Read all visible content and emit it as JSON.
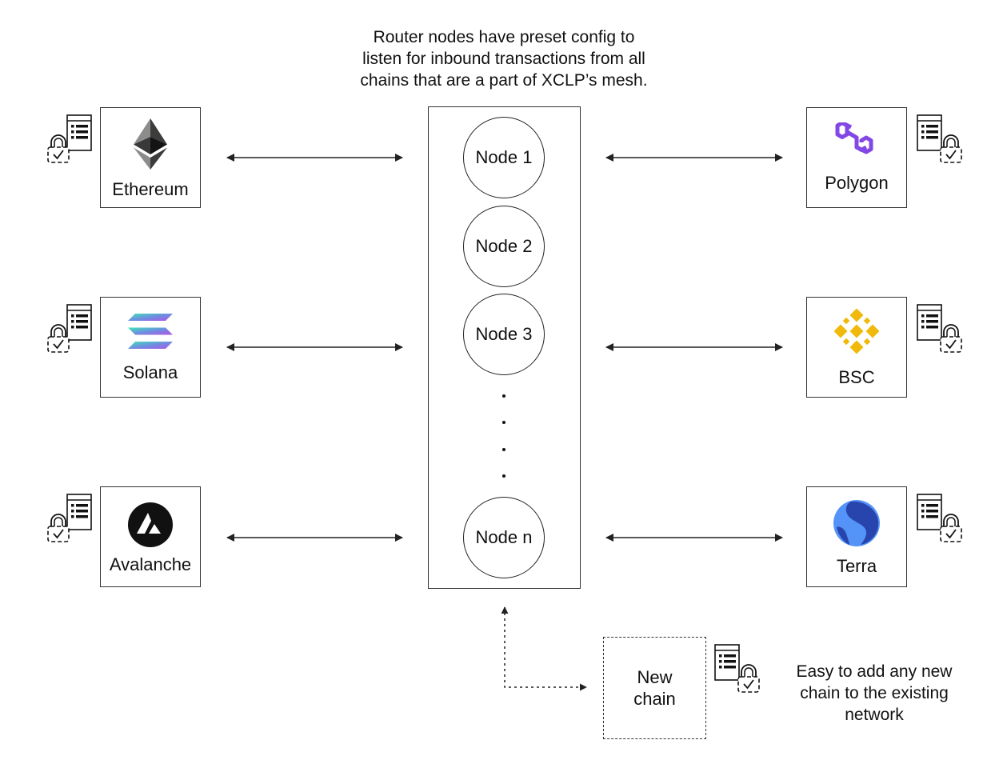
{
  "caption_top": "Router nodes have preset config to\nlisten for inbound transactions from all\nchains that are a part of XCLP’s mesh.",
  "caption_bottom": "Easy to add any new\nchain to the existing\nnetwork",
  "left_chains": [
    {
      "label": "Ethereum",
      "icon": "ethereum-logo"
    },
    {
      "label": "Solana",
      "icon": "solana-logo"
    },
    {
      "label": "Avalanche",
      "icon": "avalanche-logo"
    }
  ],
  "right_chains": [
    {
      "label": "Polygon",
      "icon": "polygon-logo"
    },
    {
      "label": "BSC",
      "icon": "bnb-logo"
    },
    {
      "label": "Terra",
      "icon": "terra-logo"
    }
  ],
  "nodes": [
    "Node 1",
    "Node 2",
    "Node 3",
    "Node n"
  ],
  "new_chain": "New\nchain",
  "colors": {
    "polygon": "#8247e5",
    "bsc": "#f0b90b",
    "terra_dark": "#2845ae",
    "terra_light": "#5493f7",
    "solana_top": "#3ee6b8",
    "solana_bottom": "#b254e6"
  }
}
